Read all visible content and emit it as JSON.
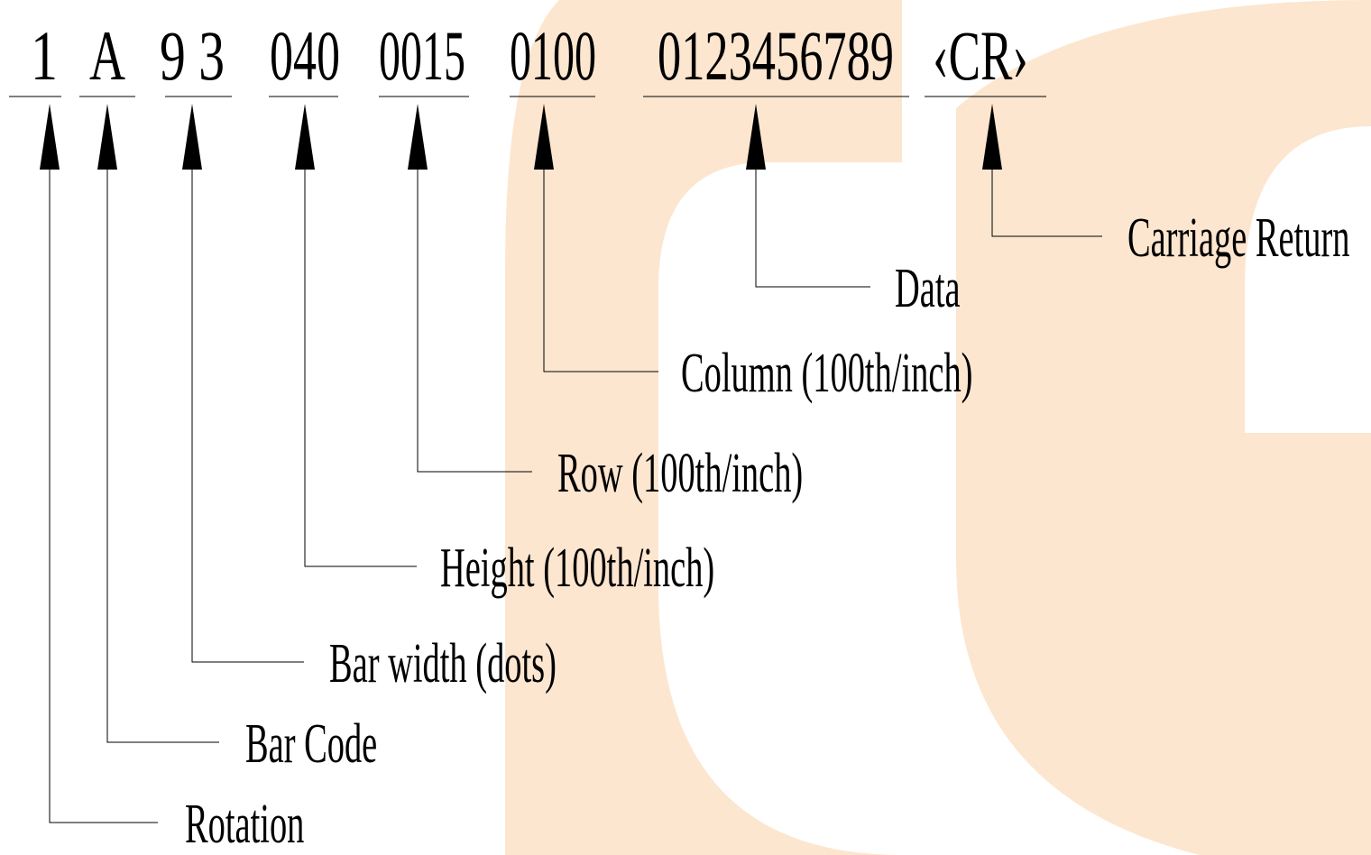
{
  "colors": {
    "ink": "#000000",
    "watermark": "#fde6cf",
    "background": "#ffffff"
  },
  "watermark_icon": "orange-letter-watermark",
  "segments": [
    {
      "text": "1",
      "label": "Rotation"
    },
    {
      "text": "A",
      "label": "Bar Code"
    },
    {
      "text": "9 3",
      "label": "Bar width (dots)"
    },
    {
      "text": "040",
      "label": "Height (100th/inch)"
    },
    {
      "text": "0015",
      "label": "Row (100th/inch)"
    },
    {
      "text": "0100",
      "label": "Column (100th/inch)"
    },
    {
      "text": "0123456789",
      "label": "Data"
    },
    {
      "text": "‹CR›",
      "label": "Carriage Return"
    }
  ]
}
